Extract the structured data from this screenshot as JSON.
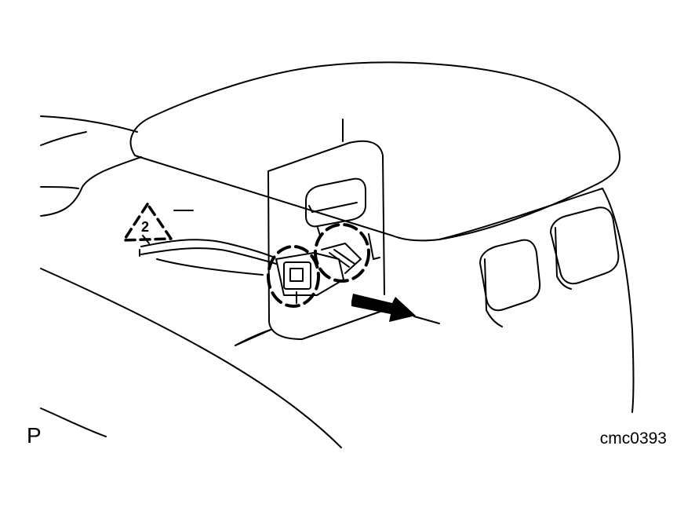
{
  "figure": {
    "view_label": "P",
    "code": "cmc0393",
    "callout_number": "2"
  },
  "colors": {
    "line": "#000000",
    "background": "#ffffff"
  }
}
